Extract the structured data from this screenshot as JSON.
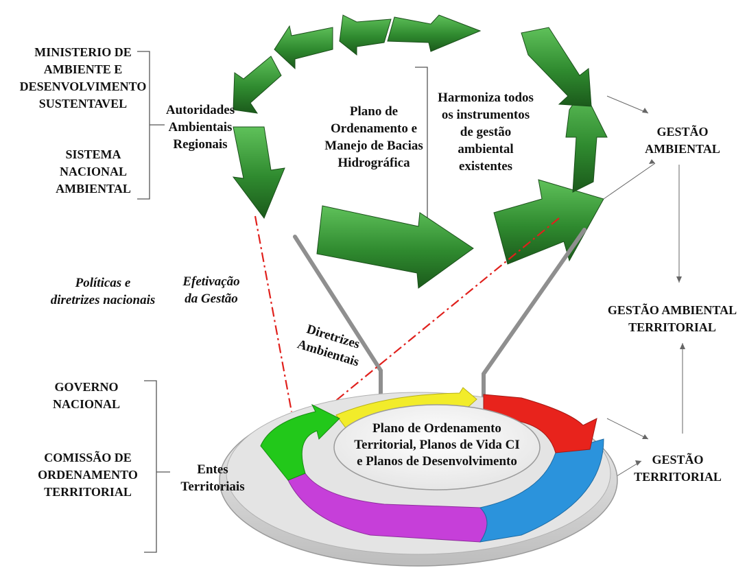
{
  "labels": {
    "ministerio": "MINISTERIO DE\nAMBIENTE E\nDESENVOLVIMENTO\nSUSTENTAVEL",
    "sistema": "SISTEMA\nNACIONAL\nAMBIENTAL",
    "autoridades": "Autoridades\nAmbientais\nRegionais",
    "plano_bacias": "Plano de\nOrdenamento e\nManejo de Bacias\nHidrográfica",
    "harmoniza": "Harmoniza todos\nos instrumentos\nde gestão\nambiental\nexistentes",
    "gestao_ambiental": "GESTÃO\nAMBIENTAL",
    "politicas": "Políticas e\ndiretrizes nacionais",
    "efetivacao": "Efetivação\nda Gestão",
    "diretrizes": "Diretrizes\nAmbientais",
    "gestao_ambiental_territorial": "GESTÃO AMBIENTAL\nTERRITORIAL",
    "governo": "GOVERNO\nNACIONAL",
    "comissao": "COMISSÃO  DE\nORDENAMENTO\nTERRITORIAL",
    "entes": "Entes\nTerritoriais",
    "plano_central": "Plano de Ordenamento\nTerritorial, Planos de Vida CI\ne Planos de Desenvolvimento",
    "gestao_territorial": "GESTÃO\nTERRITORIAL"
  },
  "colors": {
    "arrow_green": "#2f8a2f",
    "arrow_green_dark": "#1d5e1d",
    "dash_red": "#e0201c",
    "connector_gray": "#8a8a8a",
    "seg_yellow": "#f2ec2a",
    "seg_red": "#e8231c",
    "seg_blue": "#2b93dc",
    "seg_magenta": "#c63fd9",
    "seg_green": "#22c81a",
    "platform": "#d6d6d6"
  }
}
